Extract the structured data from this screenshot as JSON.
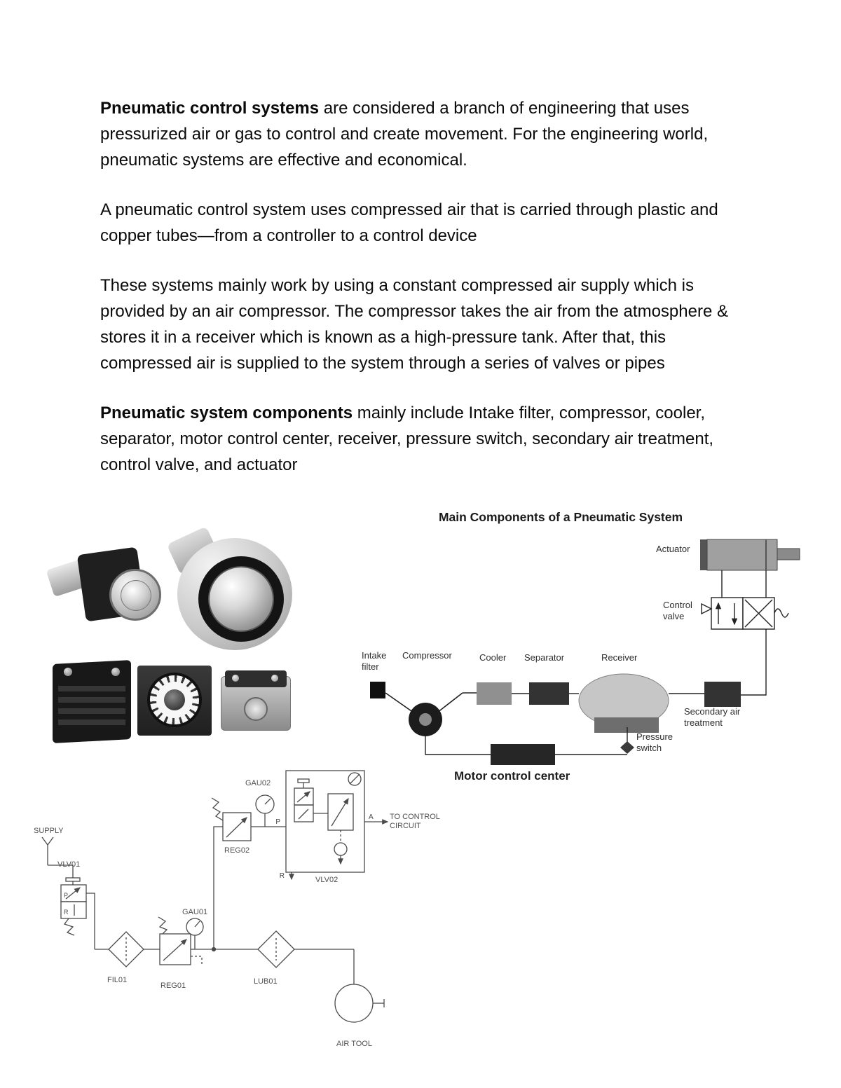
{
  "doc": {
    "p1_bold": "Pneumatic control systems",
    "p1_rest": " are considered a branch of engineering that uses pressurized air or gas to control and create movement. For the engineering world, pneumatic systems are effective and economical.",
    "p2": "A pneumatic control system uses compressed air that is carried through plastic and copper tubes—from a controller to a control device",
    "p3": "These systems mainly work by using a constant compressed air supply which is provided by an air compressor. The compressor takes the air from the atmosphere & stores it in a receiver which is known as a high-pressure tank. After that, this compressed air is supplied to the system through a series of valves or pipes",
    "p4_bold": "Pneumatic system components",
    "p4_rest": " mainly include Intake filter, compressor, cooler, separator, motor control center, receiver, pressure switch, secondary air treatment, control valve, and actuator"
  },
  "diagram": {
    "title": "Main Components of a Pneumatic System",
    "labels": {
      "actuator": "Actuator",
      "control_valve": "Control valve",
      "intake_filter": "Intake filter",
      "compressor": "Compressor",
      "cooler": "Cooler",
      "separator": "Separator",
      "receiver": "Receiver",
      "secondary_air_treatment": "Secondary air treatment",
      "pressure_switch": "Pressure switch",
      "motor_control_center": "Motor control center"
    }
  },
  "schematic": {
    "labels": {
      "supply": "SUPPLY",
      "vlv01": "VLV01",
      "gau02": "GAU02",
      "reg02": "REG02",
      "to_control_circuit": "TO CONTROL CIRCUIT",
      "vlv02": "VLV02",
      "gau01": "GAU01",
      "fil01": "FIL01",
      "reg01": "REG01",
      "lub01": "LUB01",
      "air_tool": "AIR TOOL"
    },
    "ports": {
      "p": "P",
      "a": "A",
      "r": "R"
    }
  }
}
